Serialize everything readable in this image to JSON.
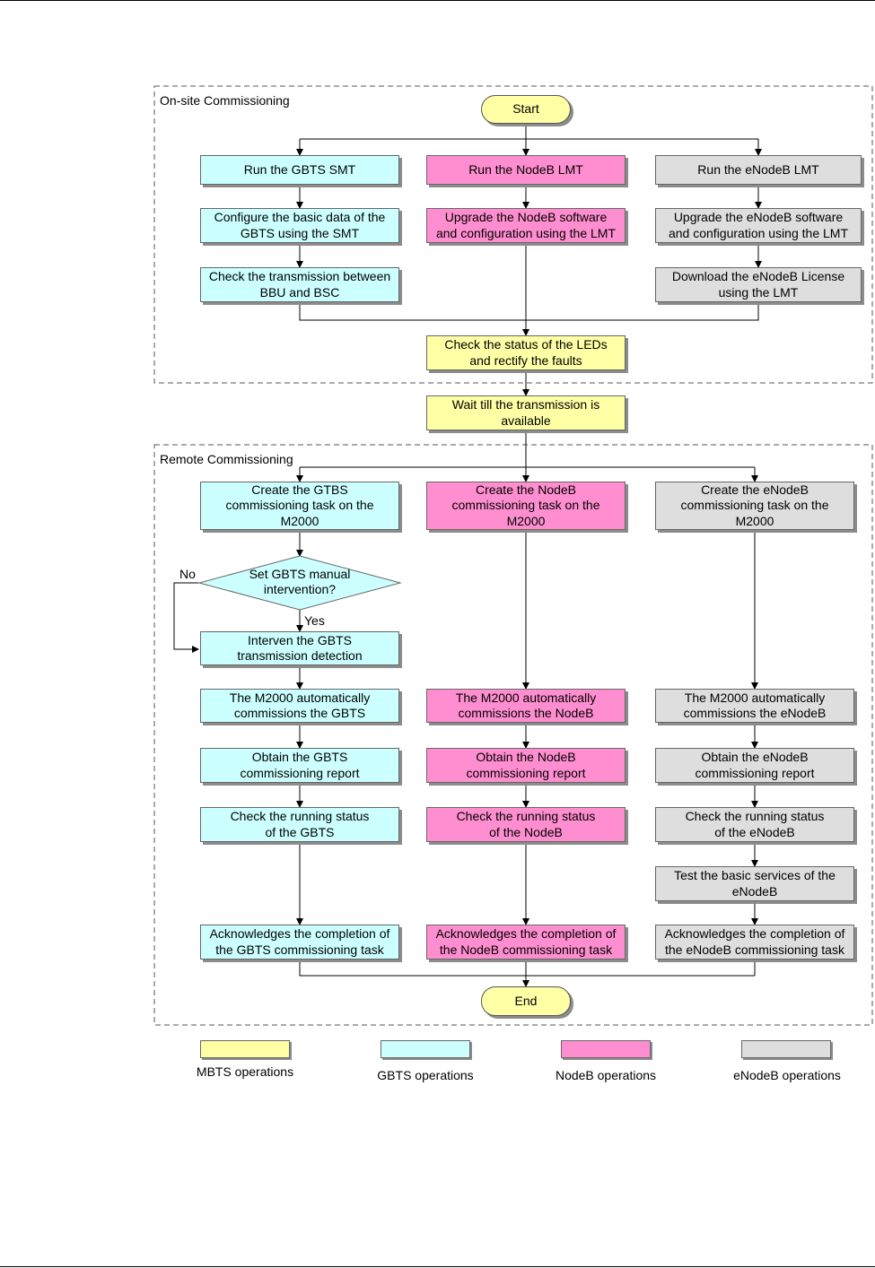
{
  "regions": {
    "onsite": "On-site Commissioning",
    "remote": "Remote Commissioning"
  },
  "nodes": {
    "start": "Start",
    "end": "End",
    "gbts_smt": "Run the GBTS SMT",
    "nodeb_lmt": "Run the NodeB LMT",
    "enodeb_lmt": "Run the eNodeB LMT",
    "gbts_configure": "Configure the basic data of the\nGBTS using the SMT",
    "nodeb_upgrade": "Upgrade the NodeB software\nand configuration using the LMT",
    "enodeb_upgrade": "Upgrade the eNodeB software\nand configuration using the LMT",
    "gbts_check_transmission": "Check the transmission between\nBBU and BSC",
    "enodeb_license": "Download the eNodeB License\nusing the LMT",
    "check_leds": "Check the status of the LEDs\nand rectify the faults",
    "wait_transmission": "Wait till the transmission is\navailable",
    "gbts_create_task": "Create the GTBS\ncommissioning task on the\nM2000",
    "nodeb_create_task": "Create the NodeB\ncommissioning task on the\nM2000",
    "enodeb_create_task": "Create the eNodeB\ncommissioning task on the\nM2000",
    "gbts_decision": "Set GBTS manual\nintervention?",
    "gbts_intervene": "Interven the GBTS\ntransmission detection",
    "gbts_auto": "The M2000 automatically\ncommissions the GBTS",
    "nodeb_auto": "The M2000 automatically\ncommissions the NodeB",
    "enodeb_auto": "The M2000 automatically\ncommissions the eNodeB",
    "gbts_report": "Obtain the GBTS\ncommissioning report",
    "nodeb_report": "Obtain the NodeB\ncommissioning report",
    "enodeb_report": "Obtain the eNodeB\ncommissioning report",
    "gbts_status": "Check the running status\nof the GBTS",
    "nodeb_status": "Check the running status\nof the NodeB",
    "enodeb_status": "Check the running status\nof the eNodeB",
    "enodeb_test": "Test the basic services of the\neNodeB",
    "gbts_ack": "Acknowledges the completion of\nthe GBTS commissioning task",
    "nodeb_ack": "Acknowledges the completion of\nthe NodeB commissioning task",
    "enodeb_ack": "Acknowledges the completion of\nthe eNodeB commissioning task"
  },
  "decision_labels": {
    "no": "No",
    "yes": "Yes"
  },
  "legend": [
    {
      "label": "MBTS operations",
      "color": "#ffffa6"
    },
    {
      "label": "GBTS operations",
      "color": "#ccffff"
    },
    {
      "label": "NodeB operations",
      "color": "#ff8ed0"
    },
    {
      "label": "eNodeB operations",
      "color": "#dedede"
    }
  ],
  "colors": {
    "mbts": "#ffffa6",
    "gbts": "#ccffff",
    "nodeb": "#ff8ed0",
    "enodeb": "#dedede"
  }
}
